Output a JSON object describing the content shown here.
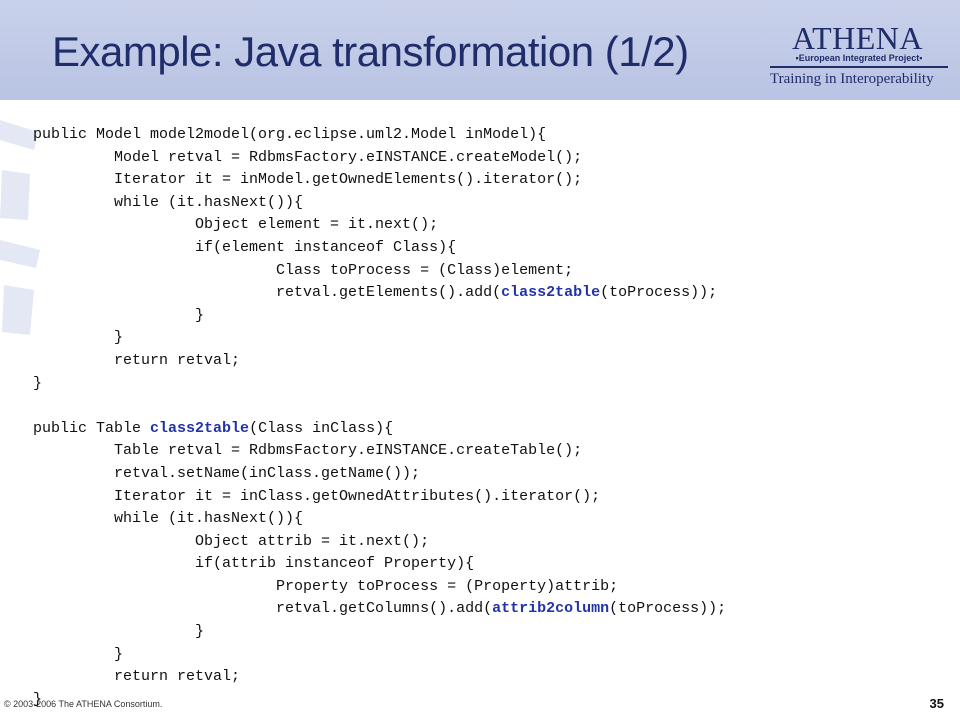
{
  "slide": {
    "title": "Example: Java transformation (1/2)",
    "page_number": "35",
    "footer": "© 2003-2006 The ATHENA Consortium."
  },
  "logo": {
    "name": "ATHENA",
    "subtitle": "▪European Integrated Project▪",
    "tagline": "Training in Interoperability"
  },
  "code_lines": [
    [
      {
        "t": "public Model model2model(org.eclipse.uml2.Model inModel){"
      }
    ],
    [
      {
        "t": "         Model retval = RdbmsFactory.eINSTANCE.createModel();"
      }
    ],
    [
      {
        "t": "         Iterator it = inModel.getOwnedElements().iterator();"
      }
    ],
    [
      {
        "t": "         while (it.hasNext()){"
      }
    ],
    [
      {
        "t": "                  Object element = it.next();"
      }
    ],
    [
      {
        "t": "                  if(element instanceof Class){"
      }
    ],
    [
      {
        "t": "                           Class toProcess = (Class)element;"
      }
    ],
    [
      {
        "t": "                           retval.getElements().add("
      },
      {
        "t": "class2table",
        "h": true
      },
      {
        "t": "(toProcess));"
      }
    ],
    [
      {
        "t": "                  }"
      }
    ],
    [
      {
        "t": "         }"
      }
    ],
    [
      {
        "t": "         return retval;"
      }
    ],
    [
      {
        "t": "}"
      }
    ],
    [
      {
        "t": ""
      }
    ],
    [
      {
        "t": "public Table "
      },
      {
        "t": "class2table",
        "h": true
      },
      {
        "t": "(Class inClass){"
      }
    ],
    [
      {
        "t": "         Table retval = RdbmsFactory.eINSTANCE.createTable();"
      }
    ],
    [
      {
        "t": "         retval.setName(inClass.getName());"
      }
    ],
    [
      {
        "t": "         Iterator it = inClass.getOwnedAttributes().iterator();"
      }
    ],
    [
      {
        "t": "         while (it.hasNext()){"
      }
    ],
    [
      {
        "t": "                  Object attrib = it.next();"
      }
    ],
    [
      {
        "t": "                  if(attrib instanceof Property){"
      }
    ],
    [
      {
        "t": "                           Property toProcess = (Property)attrib;"
      }
    ],
    [
      {
        "t": "                           retval.getColumns().add("
      },
      {
        "t": "attrib2column",
        "h": true
      },
      {
        "t": "(toProcess));"
      }
    ],
    [
      {
        "t": "                  }"
      }
    ],
    [
      {
        "t": "         }"
      }
    ],
    [
      {
        "t": "         return retval;"
      }
    ],
    [
      {
        "t": "}"
      }
    ]
  ]
}
